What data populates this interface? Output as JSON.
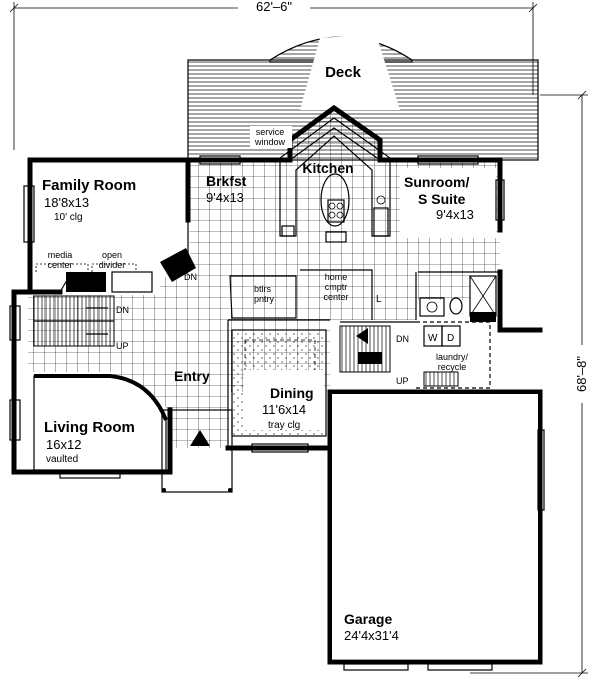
{
  "dimensions": {
    "width": "62'–6\"",
    "depth": "68'–8\""
  },
  "rooms": {
    "deck": {
      "name": "Deck"
    },
    "kitchen": {
      "name": "Kitchen"
    },
    "family": {
      "name": "Family Room",
      "dim": "18'8x13",
      "note": "10' clg"
    },
    "brkfst": {
      "name": "Brkfst",
      "dim": "9'4x13"
    },
    "sunroom": {
      "name": "Sunroom/",
      "name2": "S Suite",
      "dim": "9'4x13"
    },
    "entry": {
      "name": "Entry"
    },
    "dining": {
      "name": "Dining",
      "dim": "11'6x14",
      "note": "tray clg"
    },
    "living": {
      "name": "Living Room",
      "dim": "16x12",
      "note": "vaulted"
    },
    "garage": {
      "name": "Garage",
      "dim": "24'4x31'4"
    }
  },
  "labels": {
    "service_1": "service",
    "service_2": "window",
    "media_1": "media",
    "media_2": "center",
    "open_1": "open",
    "open_2": "divider",
    "btlrs_1": "btlrs",
    "btlrs_2": "pntry",
    "home_1": "home",
    "home_2": "cmptr",
    "home_3": "center",
    "laundry_1": "laundry/",
    "laundry_2": "recycle",
    "w": "W",
    "d": "D",
    "l": "L",
    "dn_a": "DN",
    "dn_b": "DN",
    "dn_c": "DN",
    "up_a": "UP",
    "up_b": "UP"
  }
}
